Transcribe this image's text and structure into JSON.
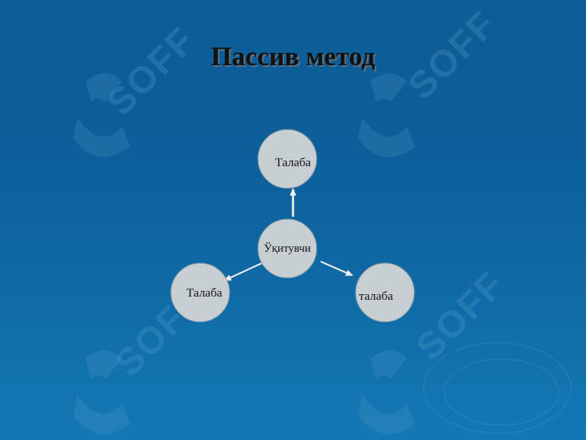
{
  "slide": {
    "title": "Пассив метод",
    "watermark_text": "SOFF"
  },
  "diagram": {
    "nodes": [
      {
        "id": "teacher",
        "label": "Ўқитувчи"
      },
      {
        "id": "student-top",
        "label": "Талаба"
      },
      {
        "id": "student-left",
        "label": "Талаба"
      },
      {
        "id": "student-right",
        "label": "талаба"
      }
    ],
    "edges": [
      {
        "from": "teacher",
        "to": "student-top"
      },
      {
        "from": "teacher",
        "to": "student-left"
      },
      {
        "from": "teacher",
        "to": "student-right"
      }
    ]
  },
  "colors": {
    "background": "#0d5d96",
    "node_fill": "#c8cfd3",
    "arrow": "#f2f2f2",
    "title_text": "#111111"
  }
}
